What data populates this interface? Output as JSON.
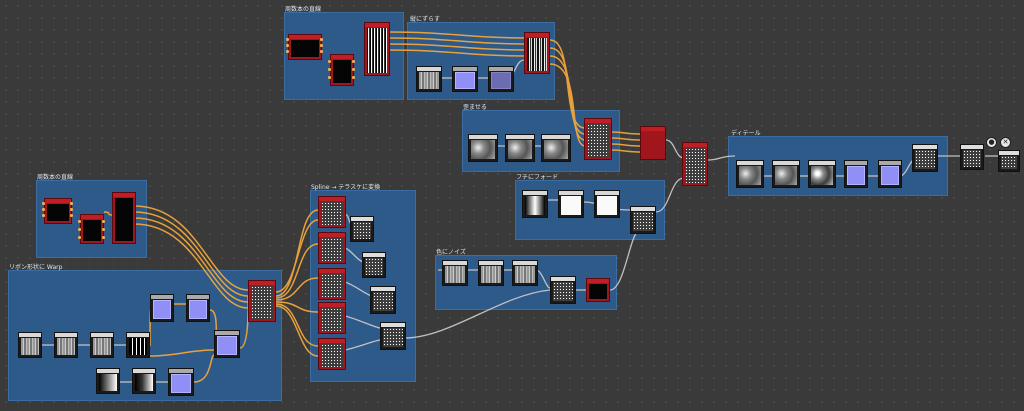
{
  "frames": [
    {
      "id": "f1",
      "label": "周数本の直線"
    },
    {
      "id": "f2",
      "label": "縦にずらす"
    },
    {
      "id": "f3",
      "label": "歪ませる"
    },
    {
      "id": "f4",
      "label": "ディテール"
    },
    {
      "id": "f5",
      "label": "周数本の直線"
    },
    {
      "id": "f6",
      "label": "フチにフォード"
    },
    {
      "id": "f7",
      "label": "Spline → テラスケに変換"
    },
    {
      "id": "f8",
      "label": "色にノイズ"
    },
    {
      "id": "f9",
      "label": "リボン形状に Warp"
    }
  ],
  "colors": {
    "frame": "#2e5a8a",
    "wire_orange": "#f0a63c",
    "wire_gray": "#c8c8c8",
    "red_node": "#a0161c",
    "blue_node": "#8f8ff5",
    "background": "#3a3a3a"
  },
  "icons": [
    "pin-icon",
    "close-icon"
  ]
}
